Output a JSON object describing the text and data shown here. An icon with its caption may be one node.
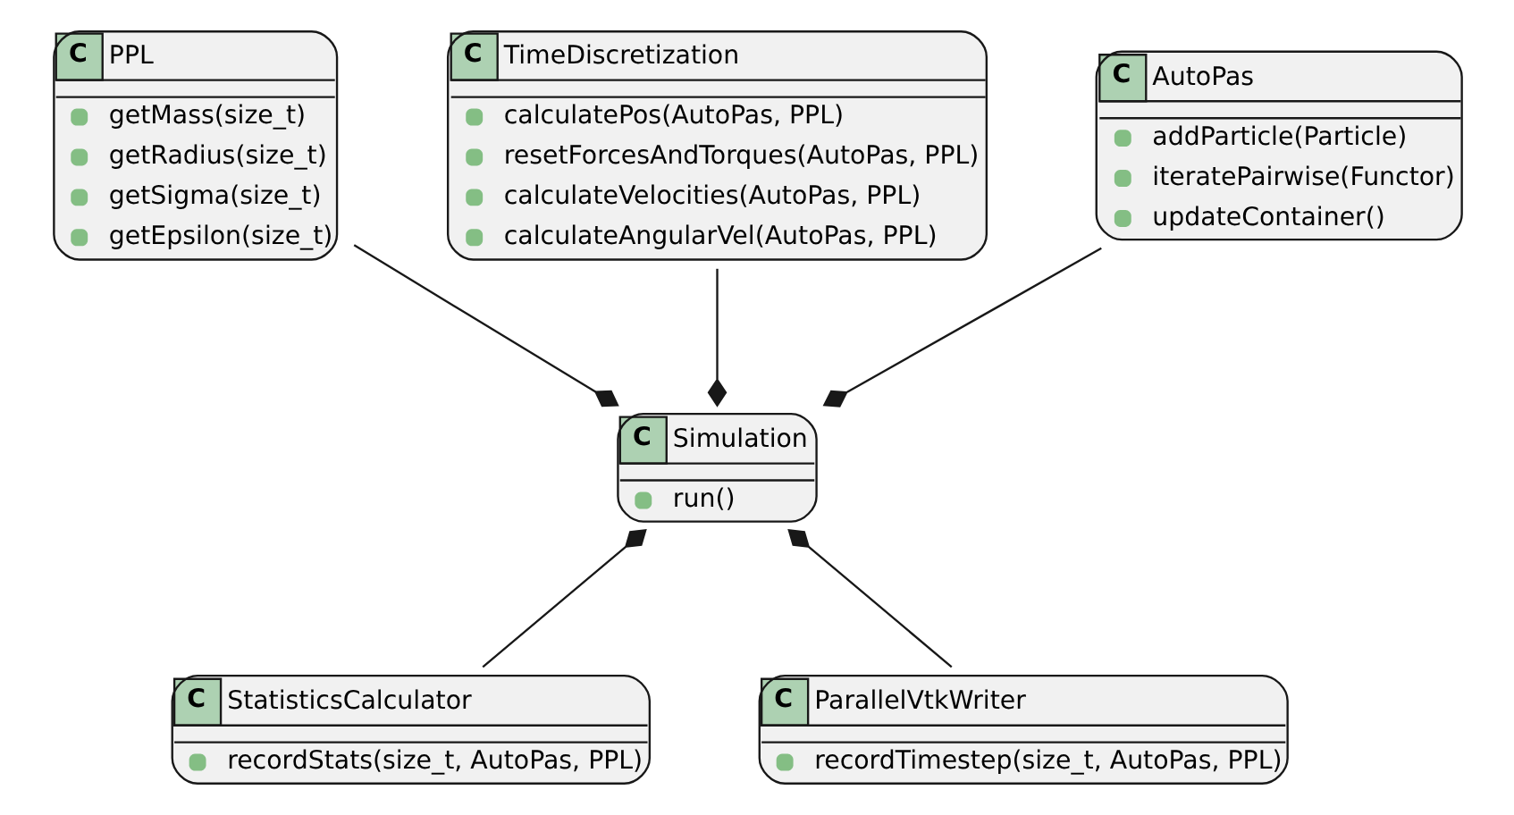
{
  "diagram": {
    "nodes": [
      {
        "text": [
          "C",
          "PPL",
          "getMass(size_t)",
          "getRadius(size_t)",
          "getSigma(size_t)",
          "getEpsilon(size_t)"
        ]
      },
      {
        "text": [
          "C",
          "TimeDiscretization",
          "calculatePos(AutoPas, PPL)",
          "resetForcesAndTorques(AutoPas, PPL)",
          "calculateVelocities(AutoPas, PPL)",
          "calculateAngularVel(AutoPas, PPL)"
        ]
      },
      {
        "text": [
          "C",
          "AutoPas",
          "addParticle(Particle)",
          "iteratePairwise(Functor)",
          "updateContainer()"
        ]
      },
      {
        "text": [
          "C",
          "Simulation",
          "run()"
        ]
      },
      {
        "text": [
          "C",
          "StatisticsCalculator",
          "recordStats(size_t, AutoPas, PPL)"
        ]
      },
      {
        "text": [
          "C",
          "ParallelVtkWriter",
          "recordTimestep(size_t, AutoPas, PPL)"
        ]
      }
    ],
    "edges": [
      {
        "from": 3,
        "to": 0,
        "arrow": "other"
      },
      {
        "from": 3,
        "to": 1,
        "arrow": "other"
      },
      {
        "from": 3,
        "to": 2,
        "arrow": "other"
      },
      {
        "from": 3,
        "to": 4,
        "arrow": "other"
      },
      {
        "from": 3,
        "to": 5,
        "arrow": "other"
      }
    ]
  }
}
